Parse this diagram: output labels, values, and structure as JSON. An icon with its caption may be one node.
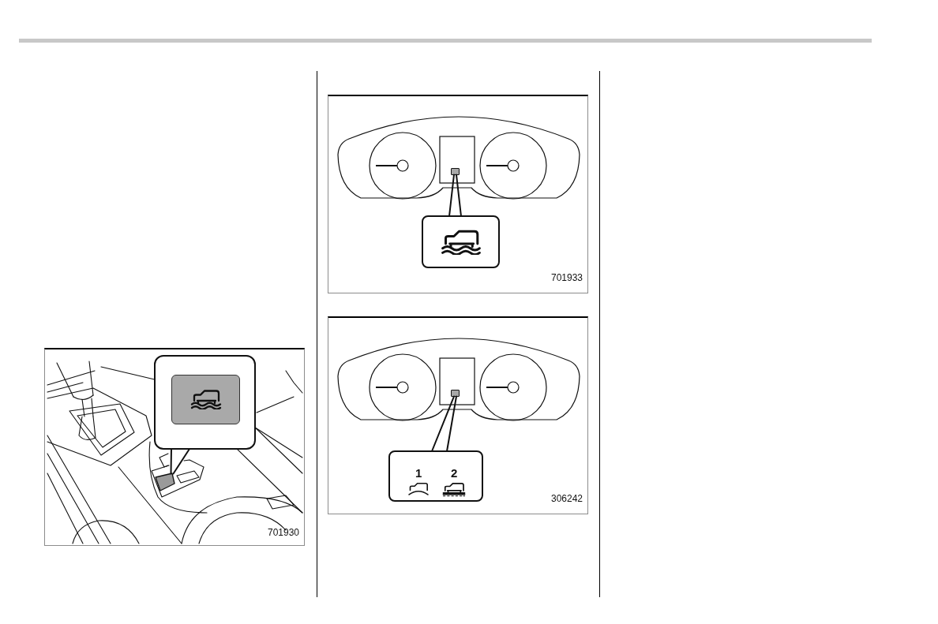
{
  "diagram": {
    "nodes": [
      {
        "text": [],
        "shape": "box"
      },
      {
        "text": [],
        "shape": "box"
      },
      {
        "text": [],
        "shape": "box"
      },
      {
        "text": [],
        "shape": "box"
      },
      {
        "text": [],
        "shape": "box"
      },
      {
        "text": [
          "1",
          "2"
        ]
      }
    ],
    "edges": [
      {
        "from": 0,
        "to": 1,
        "arrow": "none"
      },
      {
        "from": 3,
        "to": 2,
        "arrow": "none"
      },
      {
        "from": 5,
        "to": 4,
        "arrow": "none"
      }
    ],
    "labels": [
      "701930",
      "701933",
      "306242"
    ]
  }
}
